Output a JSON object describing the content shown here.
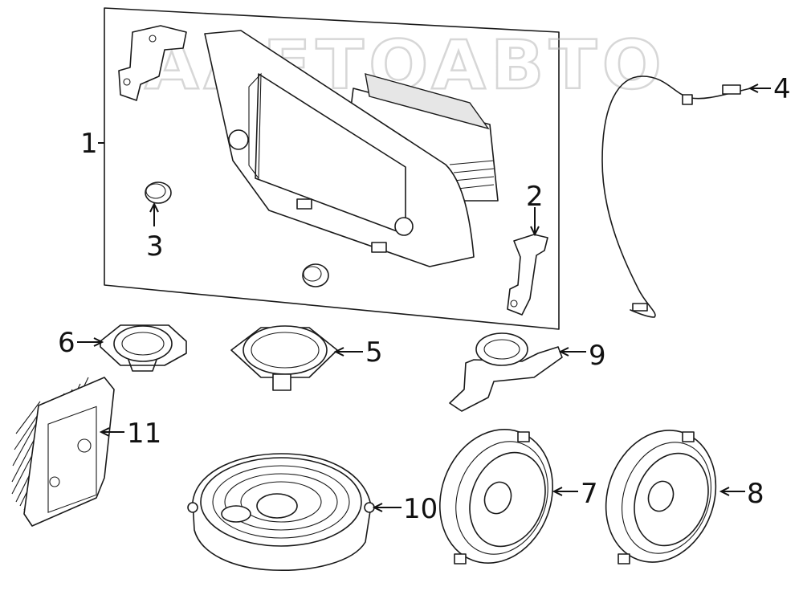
{
  "watermark": "AAETOABTO",
  "callouts": [
    {
      "id": "1",
      "text": "1"
    },
    {
      "id": "2",
      "text": "2"
    },
    {
      "id": "3",
      "text": "3"
    },
    {
      "id": "4",
      "text": "4"
    },
    {
      "id": "5",
      "text": "5"
    },
    {
      "id": "6",
      "text": "6"
    },
    {
      "id": "7",
      "text": "7"
    },
    {
      "id": "8",
      "text": "8"
    },
    {
      "id": "9",
      "text": "9"
    },
    {
      "id": "10",
      "text": "10"
    },
    {
      "id": "11",
      "text": "11"
    }
  ]
}
